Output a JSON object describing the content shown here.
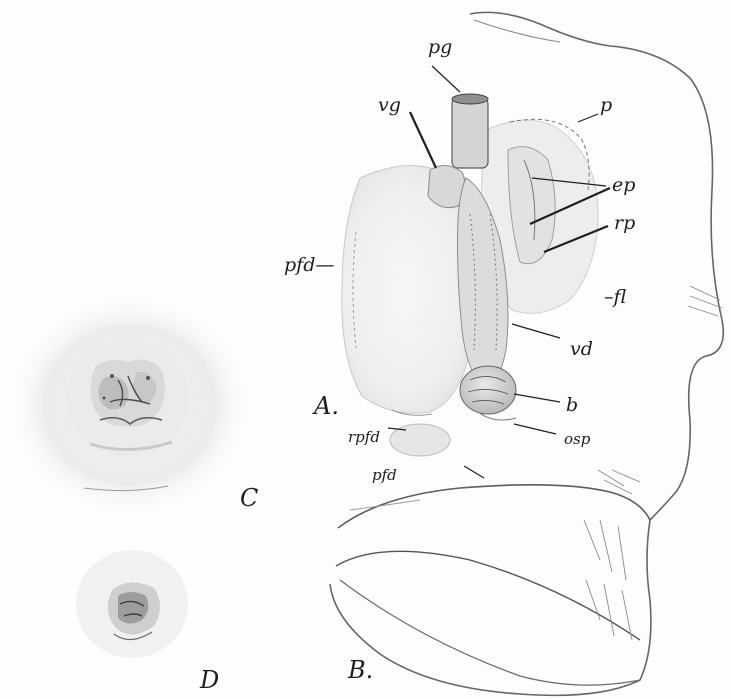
{
  "figure": {
    "panel_labels": {
      "a": "A.",
      "b": "B.",
      "c": "C",
      "d": "D"
    },
    "part_labels": {
      "pg": "pg",
      "vg": "vg",
      "p": "p",
      "ep": "ep",
      "rp": "rp",
      "pfd_side": "pfd—",
      "fl": "–fl",
      "vd": "vd",
      "b": "b",
      "rpfd": "rpfd",
      "osp": "osp",
      "pfd_bottom": "pfd"
    }
  }
}
